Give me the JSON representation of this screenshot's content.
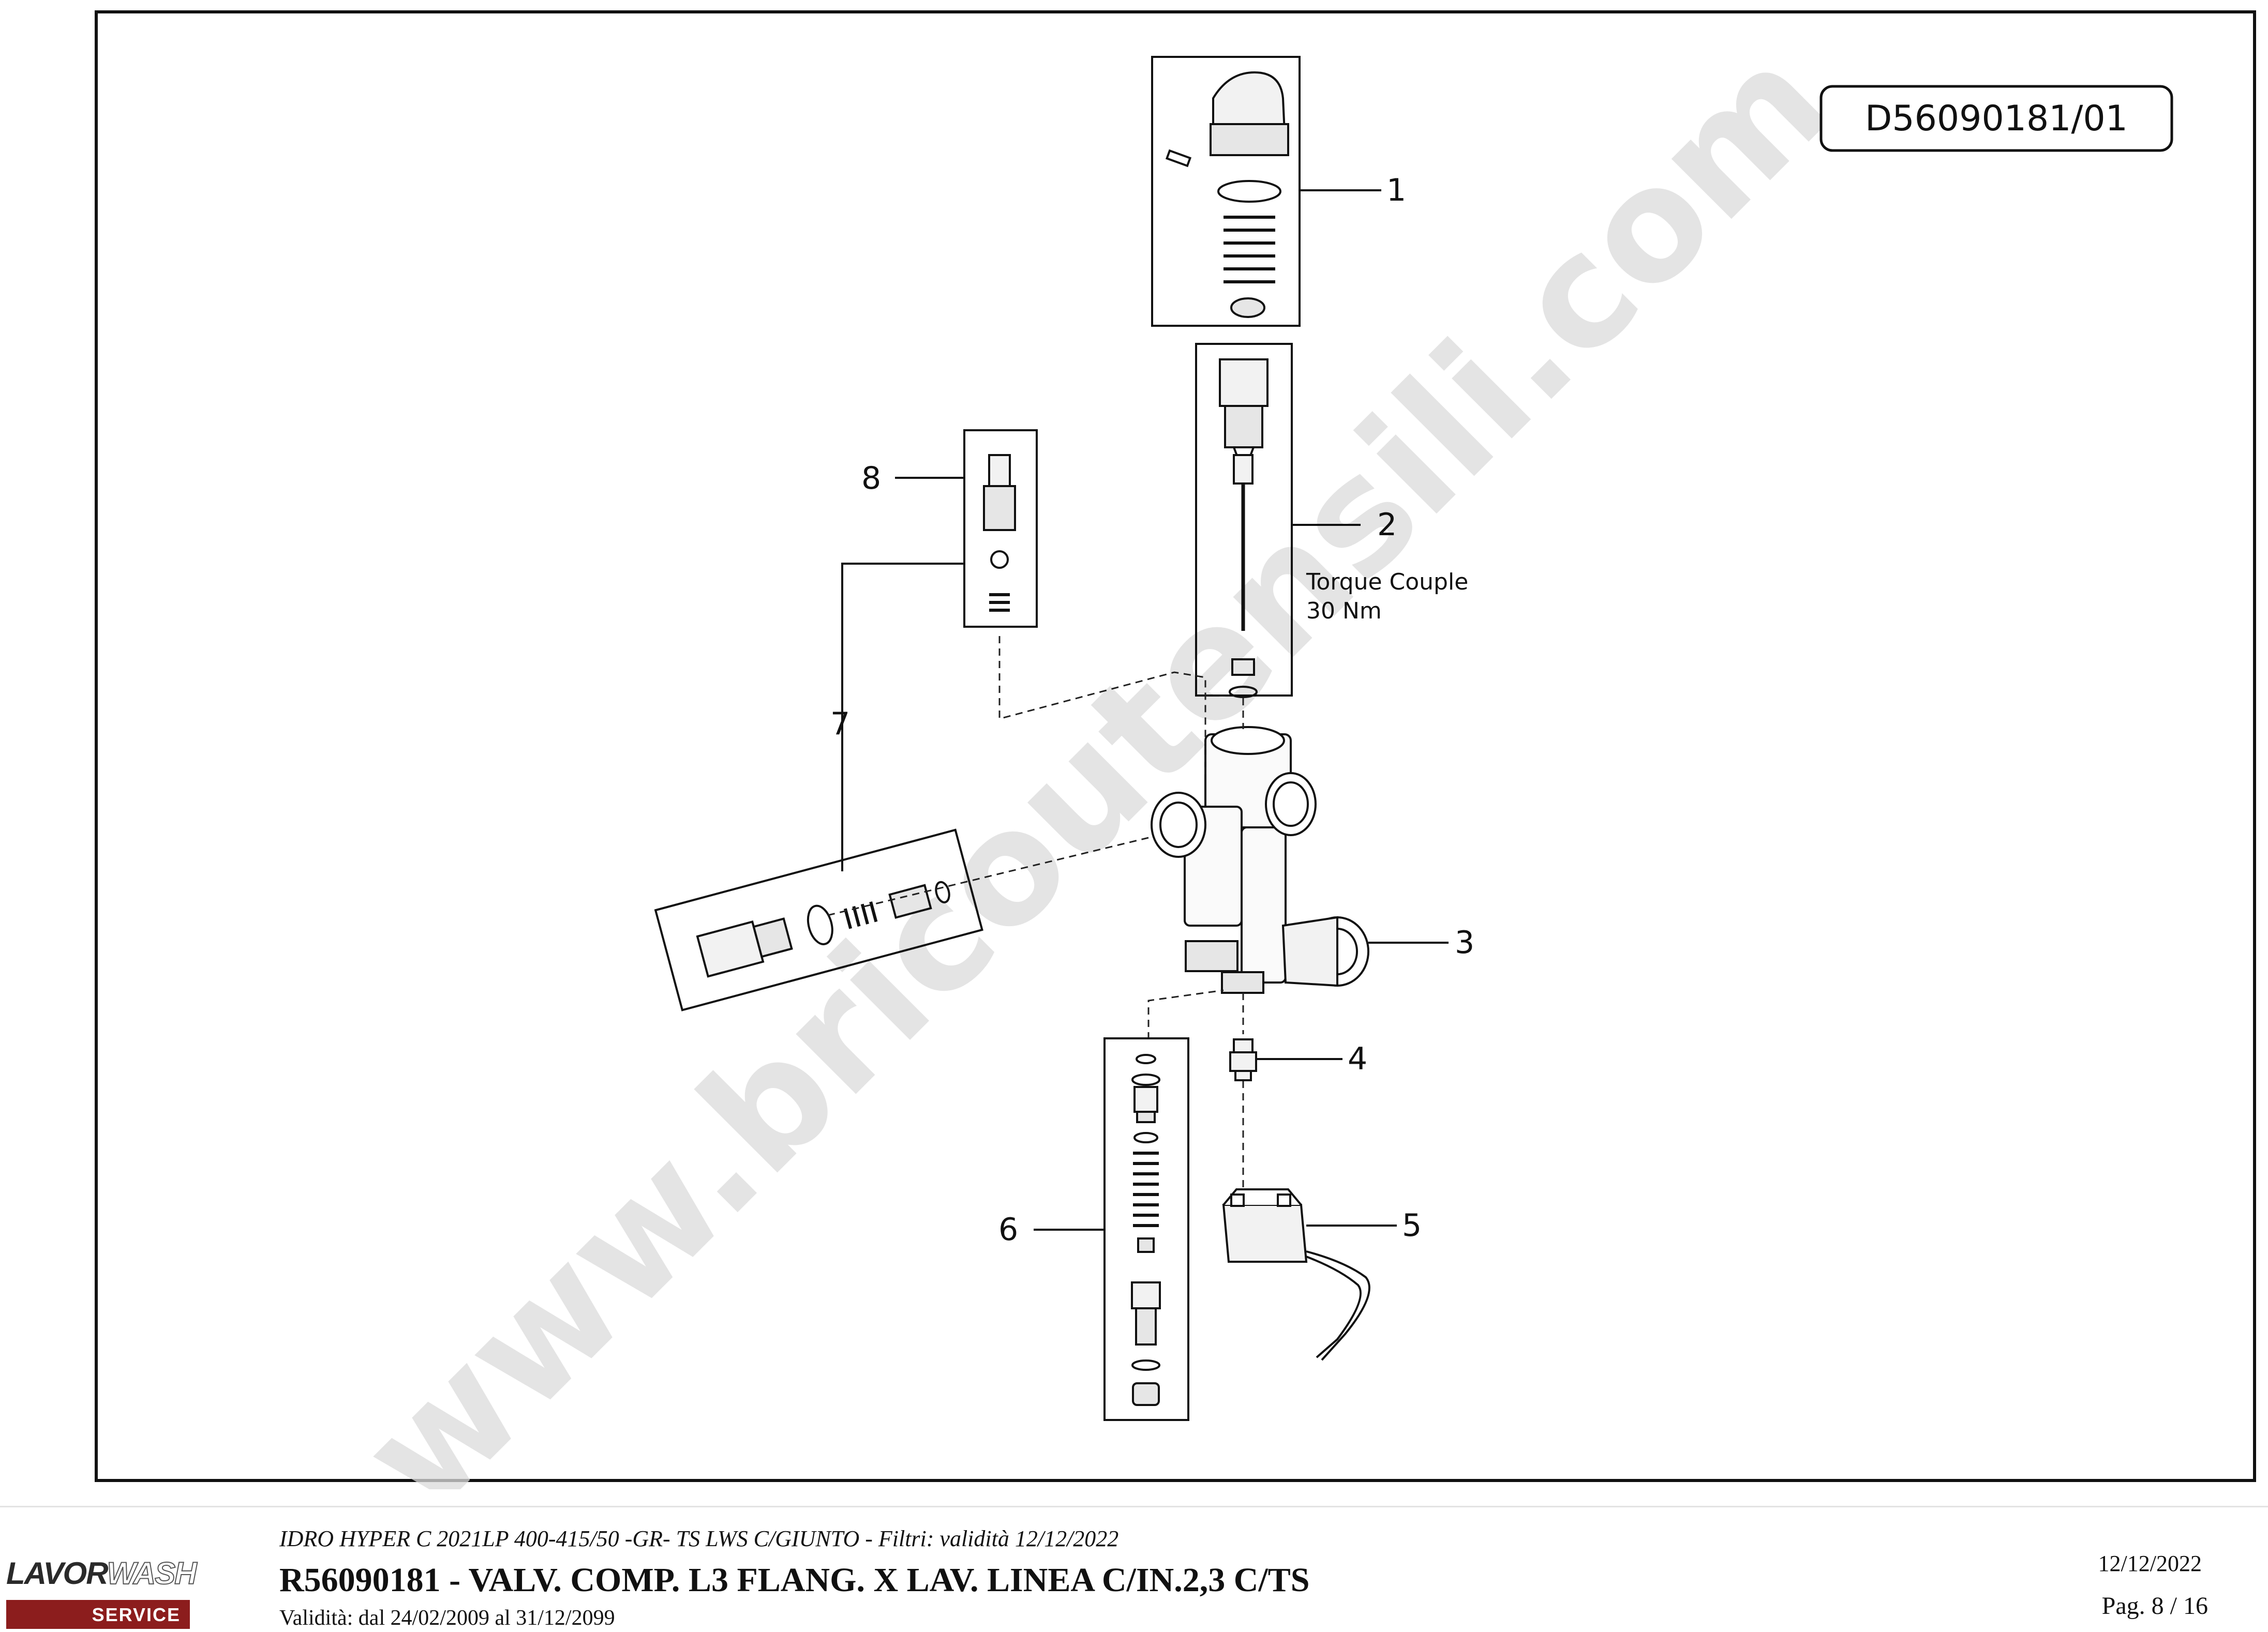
{
  "drawing": {
    "code": "D56090181/01",
    "watermark": "www.bricoutensili.com",
    "torque_note_line1": "Torque Couple",
    "torque_note_line2": "30 Nm",
    "callouts": [
      "1",
      "2",
      "3",
      "4",
      "5",
      "6",
      "7",
      "8"
    ]
  },
  "footer": {
    "subtitle": "IDRO HYPER C 2021LP 400-415/50 -GR- TS LWS C/GIUNTO - Filtri: validità 12/12/2022",
    "title": "R56090181 - VALV. COMP. L3 FLANG. X LAV. LINEA C/IN.2,3 C/TS",
    "validity": "Validità: dal 24/02/2009 al 31/12/2099",
    "date": "12/12/2022",
    "page": "Pag. 8 / 16"
  },
  "logo": {
    "brand_part1": "LAVOR",
    "brand_part2": "WASH",
    "service": "SERVICE",
    "band_color": "#8c1d1d"
  }
}
